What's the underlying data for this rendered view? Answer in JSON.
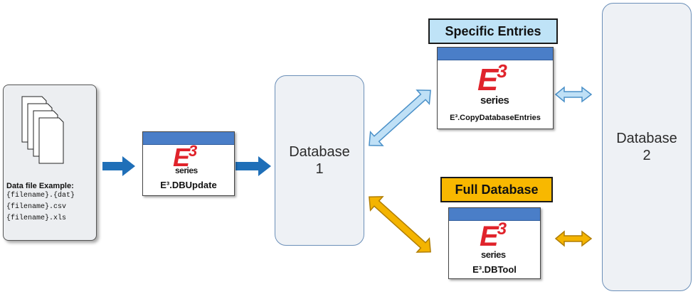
{
  "colors": {
    "blue_arrow": "#1f6fb8",
    "light_blue_arrow": "#bfe0f6",
    "light_blue_arrow_border": "#4a90c8",
    "orange_arrow": "#f4b400",
    "orange_arrow_border": "#b07d00",
    "title_bar": "#4a7ec8",
    "specific_entries_bg": "#bfe3f7",
    "full_database_bg": "#f8b800",
    "logo_red": "#e0232b"
  },
  "file_panel": {
    "example_title": "Data file Example:",
    "examples": [
      "{filename}.{dat}",
      "{filename}.csv",
      "{filename}.xls"
    ]
  },
  "apps": {
    "dbupdate": {
      "label": "E³.DBUpdate",
      "logo_text": "E",
      "logo_sup": "3",
      "logo_sub": "series"
    },
    "copy_entries": {
      "label": "E³.CopyDatabaseEntries",
      "logo_text": "E",
      "logo_sup": "3",
      "logo_sub": "series"
    },
    "dbtool": {
      "label": "E³.DBTool",
      "logo_text": "E",
      "logo_sup": "3",
      "logo_sub": "series"
    }
  },
  "database1": {
    "line1": "Database",
    "line2": "1"
  },
  "database2": {
    "line1": "Database",
    "line2": "2"
  },
  "labels": {
    "specific_entries": "Specific Entries",
    "full_database": "Full Database"
  }
}
